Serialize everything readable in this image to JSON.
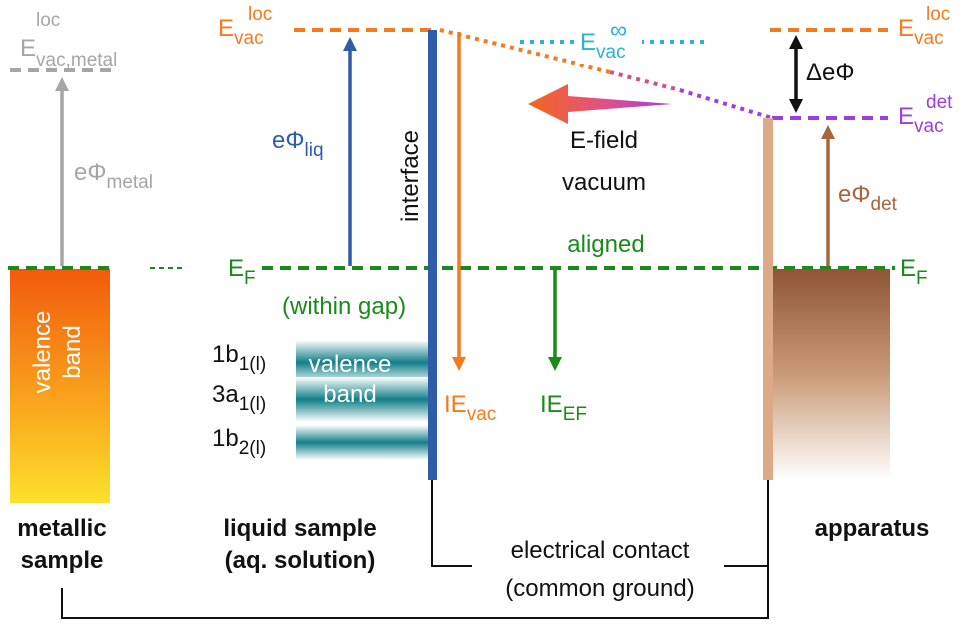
{
  "colors": {
    "orange": "#f47a20",
    "gray": "#a6a6a6",
    "blue": "#2e5ca8",
    "green": "#1a8a1a",
    "cyan": "#29b3d4",
    "purple": "#9b3fe0",
    "brown": "#a8663c",
    "black": "#111111",
    "teal": "#127f88"
  },
  "left": {
    "evac_main": "E",
    "evac_sup": "loc",
    "evac_sub": "vac,metal",
    "phi_main": "eΦ",
    "phi_sub": "metal",
    "band_label_1": "valence",
    "band_label_2": "band",
    "caption_1": "metallic",
    "caption_2": "sample"
  },
  "middle": {
    "evac_main": "E",
    "evac_sup": "loc",
    "evac_sub": "vac",
    "phi_main": "eΦ",
    "phi_sub": "liq",
    "ef_main": "E",
    "ef_sub": "F",
    "within_gap": "(within gap)",
    "interface": "interface",
    "ie_vac_main": "IE",
    "ie_vac_sub": "vac",
    "ie_ef_main": "IE",
    "ie_ef_sub": "EF",
    "orbitals": [
      {
        "main": "1b",
        "sub": "1(l)"
      },
      {
        "main": "3a",
        "sub": "1(l)"
      },
      {
        "main": "1b",
        "sub": "2(l)"
      }
    ],
    "band_label_1": "valence",
    "band_label_2": "band",
    "caption_1": "liquid sample",
    "caption_2": "(aq. solution)"
  },
  "center": {
    "evac_inf_main": "E",
    "evac_inf_sup": "∞",
    "evac_inf_sub": "vac",
    "efield_1": "E-field",
    "efield_2": "vacuum",
    "aligned": "aligned",
    "contact_1": "electrical contact",
    "contact_2": "(common ground)"
  },
  "right": {
    "evac_main": "E",
    "evac_sup": "loc",
    "evac_sub": "vac",
    "evac_det_main": "E",
    "evac_det_sup": "det",
    "evac_det_sub": "vac",
    "delta_phi": "ΔeΦ",
    "phi_main": "eΦ",
    "phi_sub": "det",
    "ef_main": "E",
    "ef_sub": "F",
    "caption": "apparatus"
  }
}
